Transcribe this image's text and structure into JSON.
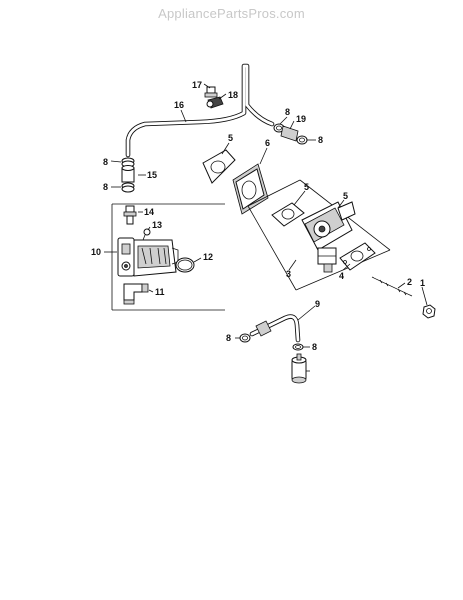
{
  "watermark": "AppliancePartsPros.com",
  "callouts": {
    "c1": "1",
    "c2": "2",
    "c3": "3",
    "c4": "4",
    "c5a": "5",
    "c5b": "5",
    "c5c": "5",
    "c6": "6",
    "c8a": "8",
    "c8b": "8",
    "c8c": "8",
    "c8d": "8",
    "c8e": "8",
    "c8f": "8",
    "c9": "9",
    "c10": "10",
    "c11": "11",
    "c12": "12",
    "c13": "13",
    "c14": "14",
    "c15": "15",
    "c16": "16",
    "c17": "17",
    "c18": "18",
    "c19": "19"
  }
}
